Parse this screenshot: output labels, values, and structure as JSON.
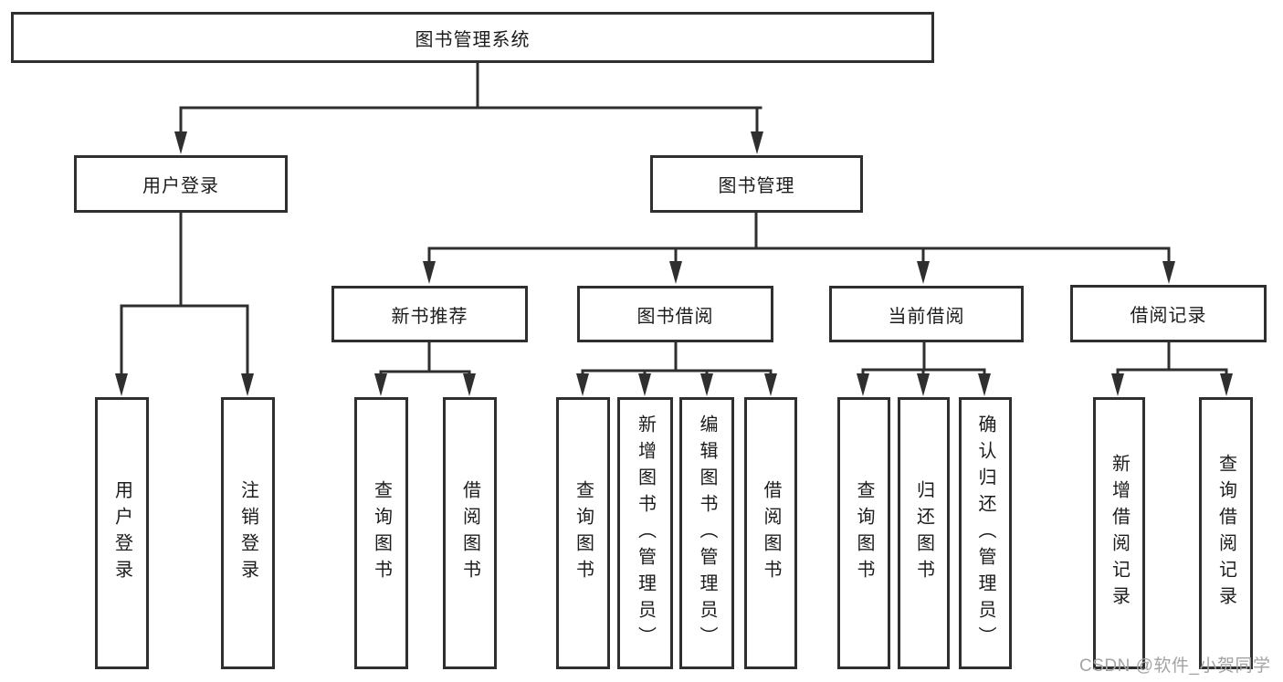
{
  "diagram": {
    "type": "hierarchy-diagram",
    "title": "图书管理系统",
    "colors": {
      "line": "#2f2f2f",
      "box_border": "#2f2f2f",
      "box_fill": "#ffffff",
      "text": "#1c1c1c",
      "watermark": "#a3a3a3",
      "background": "#ffffff"
    },
    "tree": {
      "root": {
        "label": "图书管理系统"
      },
      "children": [
        {
          "label": "用户登录",
          "children": [
            {
              "label": "用户登录"
            },
            {
              "label": "注销登录"
            }
          ]
        },
        {
          "label": "图书管理",
          "children": [
            {
              "label": "新书推荐",
              "children": [
                {
                  "label": "查询图书"
                },
                {
                  "label": "借阅图书"
                }
              ]
            },
            {
              "label": "图书借阅",
              "children": [
                {
                  "label": "查询图书"
                },
                {
                  "label": "新增图书（管理员）"
                },
                {
                  "label": "编辑图书（管理员）"
                },
                {
                  "label": "借阅图书"
                }
              ]
            },
            {
              "label": "当前借阅",
              "children": [
                {
                  "label": "查询图书"
                },
                {
                  "label": "归还图书"
                },
                {
                  "label": "确认归还（管理员）"
                }
              ]
            },
            {
              "label": "借阅记录",
              "children": [
                {
                  "label": "新增借阅记录"
                },
                {
                  "label": "查询借阅记录"
                }
              ]
            }
          ]
        }
      ]
    },
    "watermark": {
      "text": "CSDN @软件_小贺同学"
    }
  }
}
